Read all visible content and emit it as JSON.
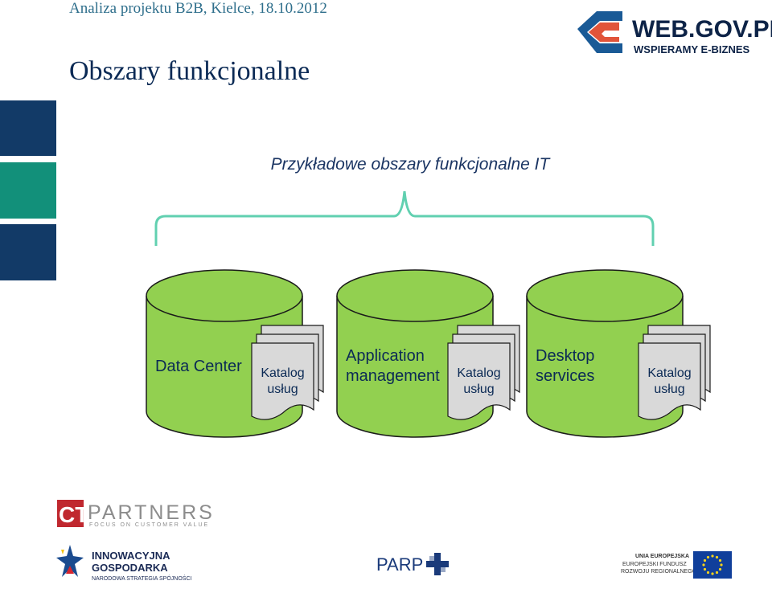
{
  "header": {
    "meeting": "Analiza projektu B2B, Kielce, 18.10.2012"
  },
  "title": "Obszary funkcjonalne",
  "diagram": {
    "subtitle": "Przykładowe obszary funkcjonalne IT",
    "areas": [
      {
        "name_lines": [
          "Data Center"
        ],
        "doc_lines": [
          "Katalog",
          "usług"
        ]
      },
      {
        "name_lines": [
          "Application",
          "management"
        ],
        "doc_lines": [
          "Katalog",
          "usług"
        ]
      },
      {
        "name_lines": [
          "Desktop",
          "services"
        ],
        "doc_lines": [
          "Katalog",
          "usług"
        ]
      }
    ],
    "colors": {
      "cylinder": "#92d050",
      "bracket": "#61d0b0",
      "doc": "#d9d9d9"
    }
  },
  "logos": {
    "webgov": {
      "name": "WEB.GOV.PL",
      "tagline": "WSPIERAMY E-BIZNES"
    },
    "ctpartners": {
      "name_ct": "CT",
      "name_rest": "PARTNERS",
      "tagline": "FOCUS ON CUSTOMER VALUE"
    },
    "innowacyjna": {
      "line1": "INNOWACYJNA",
      "line2": "GOSPODARKA",
      "line3": "NARODOWA STRATEGIA SPÓJNOŚCI"
    },
    "parp": {
      "name": "PARP"
    },
    "ue": {
      "line1": "UNIA EUROPEJSKA",
      "line2": "EUROPEJSKI FUNDUSZ",
      "line3": "ROZWOJU REGIONALNEGO"
    }
  },
  "sidebar": {
    "colors": [
      "#123a67",
      "#12907a",
      "#123a67"
    ]
  }
}
